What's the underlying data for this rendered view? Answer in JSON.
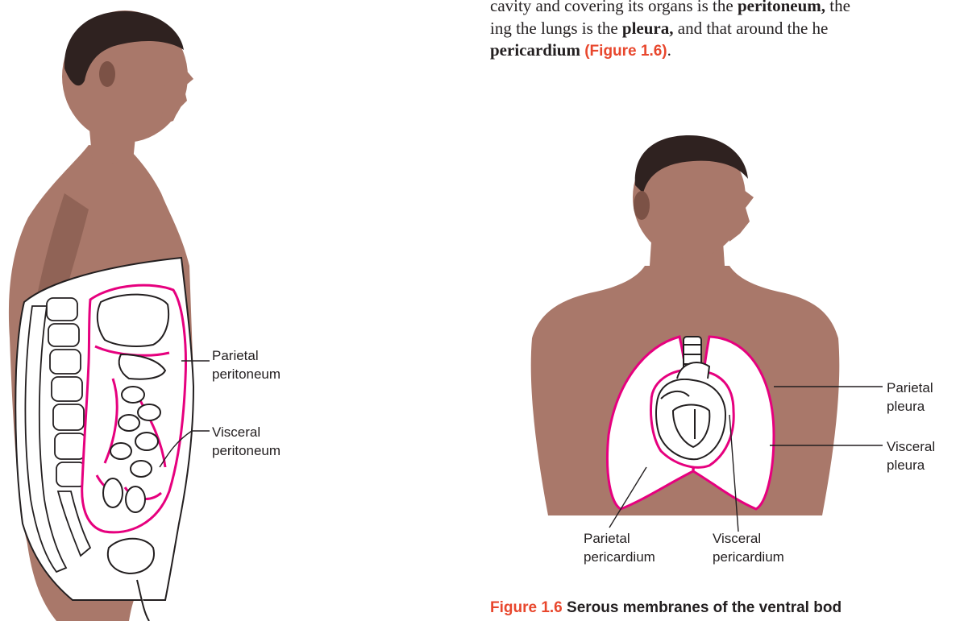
{
  "body_text": {
    "line1_pre": "cavity and covering its organs is the ",
    "line1_bold": "peritoneum,",
    "line1_post": " the",
    "line2_pre": "ing the lungs is the ",
    "line2_bold": "pleura,",
    "line2_post": " and that around the he",
    "line3_bold": "pericardium",
    "line3_ref": "(Figure 1.6)",
    "line3_post": "."
  },
  "abdomen_labels": {
    "parietal": [
      "Parietal",
      "peritoneum"
    ],
    "visceral": [
      "Visceral",
      "peritoneum"
    ]
  },
  "thorax_labels": {
    "parietal_pleura": [
      "Parietal",
      "pleura"
    ],
    "visceral_pleura": [
      "Visceral",
      "pleura"
    ],
    "parietal_pericardium": [
      "Parietal",
      "pericardium"
    ],
    "visceral_pericardium": [
      "Visceral",
      "pericardium"
    ]
  },
  "caption": {
    "number": "Figure 1.6",
    "text": "Serous membranes of the ventral bod"
  },
  "colors": {
    "membrane": "#e6007e",
    "figure_reference": "#e8472d",
    "skin": "#a9786a"
  }
}
